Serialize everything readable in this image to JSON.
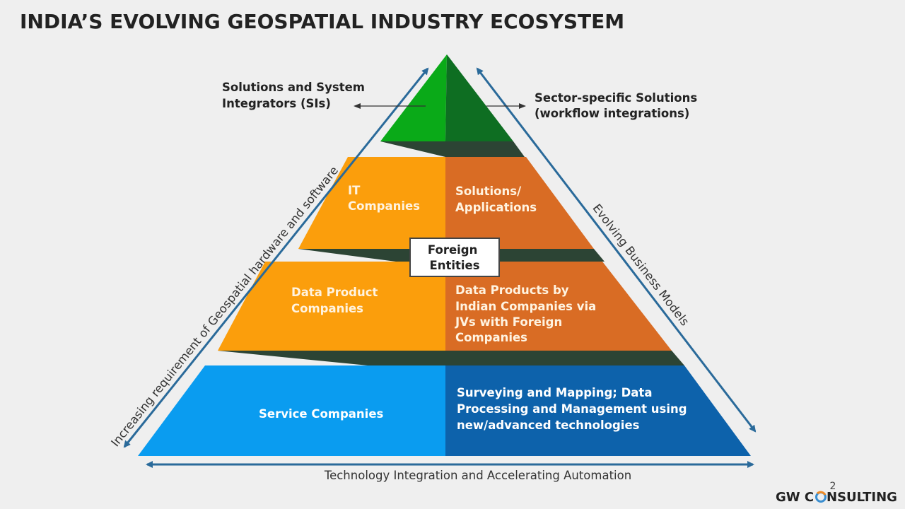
{
  "title": "INDIA’S EVOLVING GEOSPATIAL INDUSTRY ECOSYSTEM",
  "pyramid": {
    "top": {
      "left_label": [
        "Solutions and System",
        "Integrators (SIs)"
      ],
      "right_label": [
        "Sector-specific Solutions",
        "(workflow integrations)"
      ]
    },
    "tier2": {
      "left": [
        "IT",
        "Companies"
      ],
      "right": [
        "Solutions/",
        "Applications"
      ]
    },
    "center_box": [
      "Foreign",
      "Entities"
    ],
    "tier3": {
      "left": [
        "Data Product",
        "Companies"
      ],
      "right": [
        "Data Products by",
        "Indian Companies via",
        "JVs with Foreign",
        "Companies"
      ]
    },
    "tier4": {
      "left": [
        "Service Companies"
      ],
      "right": [
        "Surveying and Mapping; Data",
        "Processing and Management using",
        "new/advanced technologies"
      ]
    }
  },
  "arrows": {
    "left": "Increasing requirement of Geospatial hardware and software",
    "right": "Evolving Business Models",
    "bottom": "Technology Integration and Accelerating Automation"
  },
  "page_number": "2",
  "logo": "GW CONSULTING",
  "colors": {
    "background": "#efefef",
    "green_light": "#0aaa18",
    "green_dark": "#0e6e22",
    "orange_light": "#fb9e0c",
    "orange_dark": "#d96c24",
    "blue_light": "#0a9cf0",
    "blue_dark": "#0d62ab",
    "shadow": "#2c4434",
    "arrow": "#2a6a9a"
  }
}
